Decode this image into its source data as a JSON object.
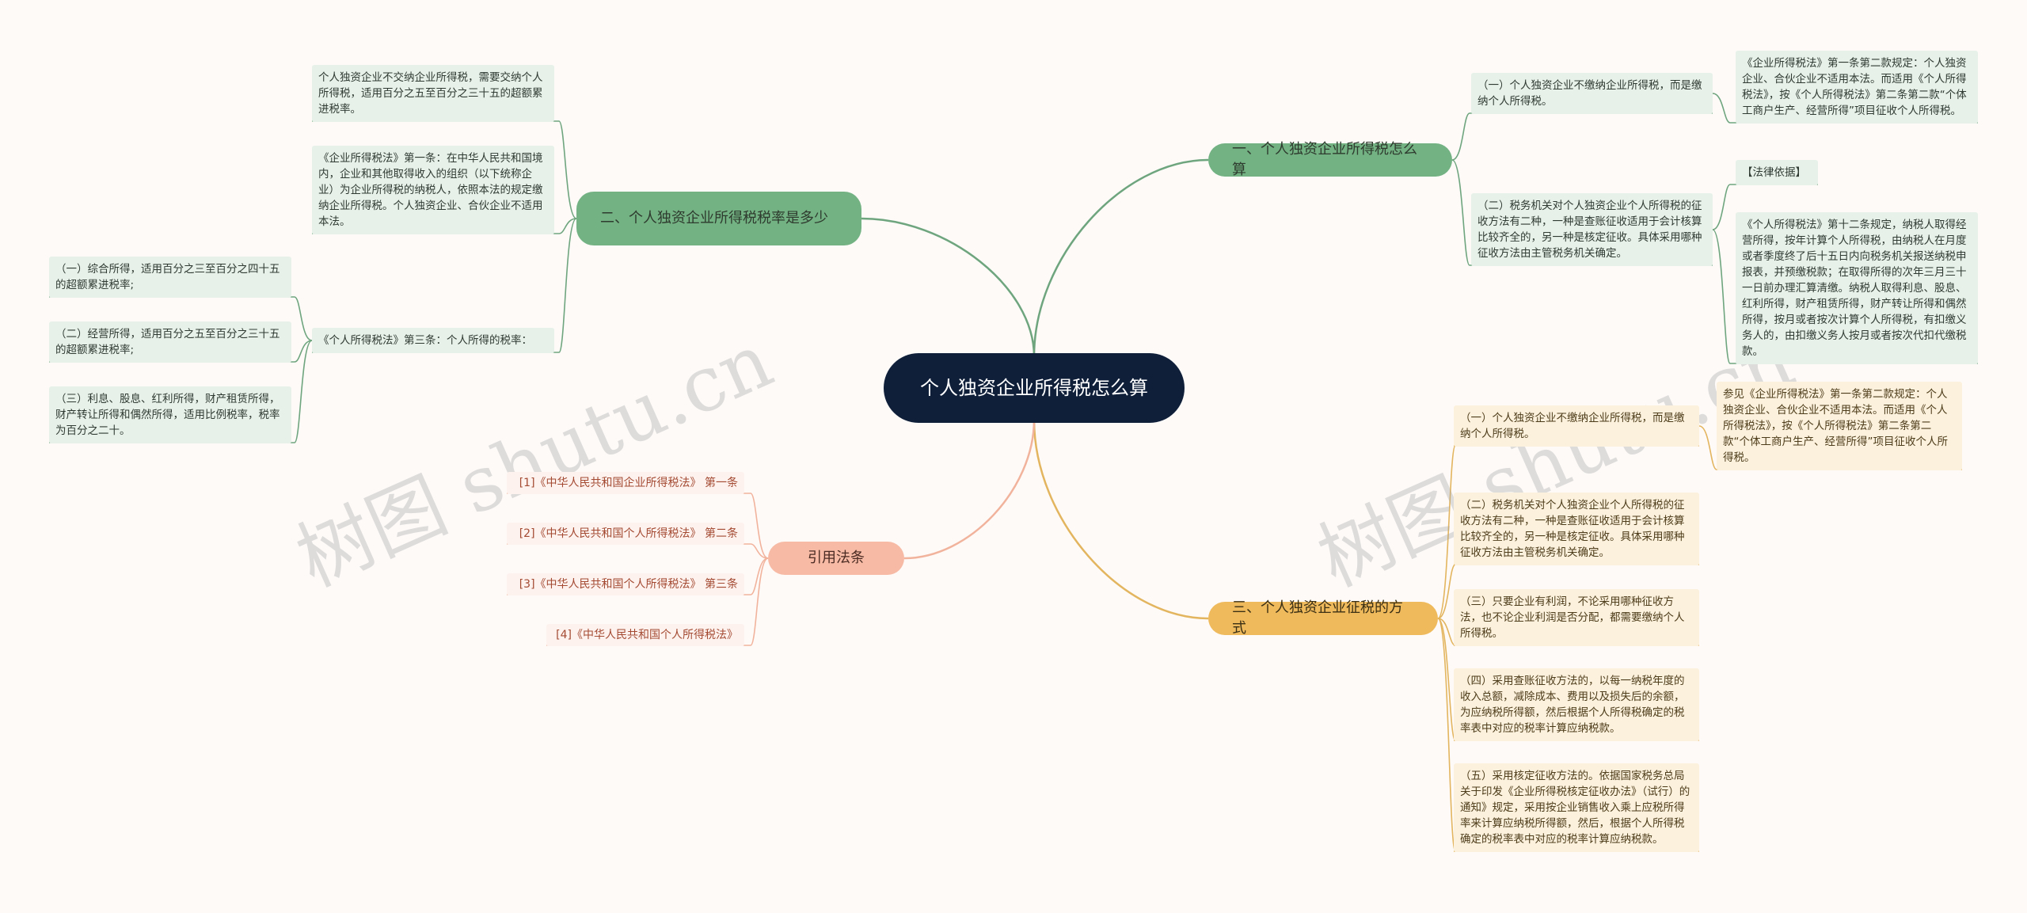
{
  "root": {
    "title": "个人独资企业所得税怎么算"
  },
  "colors": {
    "root": "#0f1f3a",
    "green": "#73b283",
    "yellow": "#efba5c",
    "pink": "#f7bba5",
    "line_green": "#6fa57e",
    "line_yellow": "#e3b55e",
    "line_pink": "#f2b39c"
  },
  "branches": {
    "b1": {
      "title": "一、个人独资企业所得税怎么算",
      "c1": "（一）个人独资企业不缴纳企业所得税，而是缴纳个人所得税。",
      "c1_detail": "《企业所得税法》第一条第二款规定：个人独资企业、合伙企业不适用本法。而适用《个人所得税法》，按《个人所得税法》第二条第二款“个体工商户生产、经营所得”项目征收个人所得税。",
      "c2": "（二）税务机关对个人独资企业个人所得税的征收方法有二种，一种是查账征收适用于会计核算比较齐全的，另一种是核定征收。具体采用哪种征收方法由主管税务机关确定。",
      "c2_label": "【法律依据】",
      "c2_detail": "《个人所得税法》第十二条规定，纳税人取得经营所得，按年计算个人所得税，由纳税人在月度或者季度终了后十五日内向税务机关报送纳税申报表，并预缴税款；在取得所得的次年三月三十一日前办理汇算清缴。纳税人取得利息、股息、红利所得，财产租赁所得，财产转让所得和偶然所得，按月或者按次计算个人所得税，有扣缴义务人的，由扣缴义务人按月或者按次代扣代缴税款。"
    },
    "b2": {
      "title": "二、个人独资企业所得税税率是多少",
      "c1": "个人独资企业不交纳企业所得税，需要交纳个人所得税，适用百分之五至百分之三十五的超额累进税率。",
      "c2": "《企业所得税法》第一条：在中华人民共和国境内，企业和其他取得收入的组织（以下统称企业）为企业所得税的纳税人，依照本法的规定缴纳企业所得税。个人独资企业、合伙企业不适用本法。",
      "c3": "《个人所得税法》第三条：个人所得的税率：",
      "c3_items": [
        "（一）综合所得，适用百分之三至百分之四十五的超额累进税率;",
        "（二）经营所得，适用百分之五至百分之三十五的超额累进税率;",
        "（三）利息、股息、红利所得，财产租赁所得，财产转让所得和偶然所得，适用比例税率，税率为百分之二十。"
      ]
    },
    "b3": {
      "title": "三、个人独资企业征税的方式",
      "c1": "（一）个人独资企业不缴纳企业所得税，而是缴纳个人所得税。",
      "c1_detail": "参见《企业所得税法》第一条第二款规定：个人独资企业、合伙企业不适用本法。而适用《个人所得税法》，按《个人所得税法》第二条第二款“个体工商户生产、经营所得”项目征收个人所得税。",
      "c2": "（二）税务机关对个人独资企业个人所得税的征收方法有二种，一种是查账征收适用于会计核算比较齐全的，另一种是核定征收。具体采用哪种征收方法由主管税务机关确定。",
      "c3": "（三）只要企业有利润，不论采用哪种征收方法，也不论企业利润是否分配，都需要缴纳个人所得税。",
      "c4": "（四）采用查账征收方法的，以每一纳税年度的收入总额，减除成本、费用以及损失后的余额，为应纳税所得额，然后根据个人所得税确定的税率表中对应的税率计算应纳税款。",
      "c5": "（五）采用核定征收方法的。依据国家税务总局关于印发《企业所得税核定征收办法》（试行）的通知》规定，采用按企业销售收入乘上应税所得率来计算应纳税所得额，然后，根据个人所得税确定的税率表中对应的税率计算应纳税款。"
    },
    "b4": {
      "title": "引用法条",
      "items": [
        "[1]《中华人民共和国企业所得税法》 第一条",
        "[2]《中华人民共和国个人所得税法》 第二条",
        "[3]《中华人民共和国个人所得税法》 第三条",
        "[4]《中华人民共和国个人所得税法》"
      ]
    }
  },
  "watermark": "树图 shutu.cn"
}
